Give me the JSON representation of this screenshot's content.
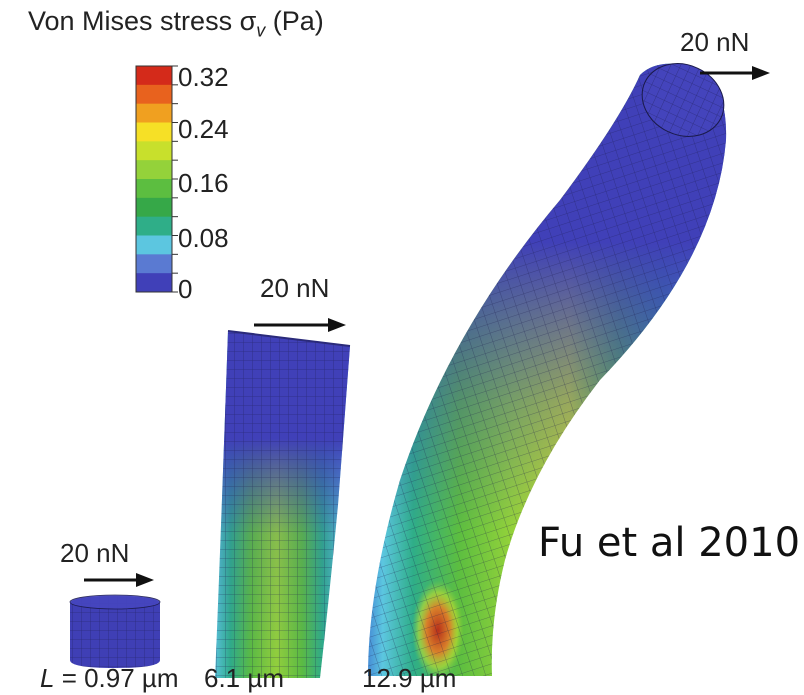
{
  "colorbar": {
    "title_prefix": "Von Mises stress σ",
    "title_sub": "v",
    "title_suffix": " (Pa)",
    "ticks": [
      "0.32",
      "0.24",
      "0.16",
      "0.08",
      "0"
    ],
    "colors": [
      "#d42a1a",
      "#e8621e",
      "#f0a020",
      "#f6e026",
      "#c8e02c",
      "#94d23a",
      "#5cbe40",
      "#36a848",
      "#2fae88",
      "#5cc6e0",
      "#5a7ad2",
      "#4040b8"
    ]
  },
  "pillars": [
    {
      "force_label": "20 nN",
      "length_label": "L = 0.97 µm",
      "length_prefix": "L",
      "length_rest": " = 0.97 µm"
    },
    {
      "force_label": "20 nN",
      "length_label": "6.1 µm"
    },
    {
      "force_label": "20 nN",
      "length_label": "12.9 µm"
    }
  ],
  "credit": "Fu et al 2010",
  "colors": {
    "low_stress": "#3f3fb5",
    "mesh_line": "#1a1a4a",
    "arrow": "#111111"
  }
}
